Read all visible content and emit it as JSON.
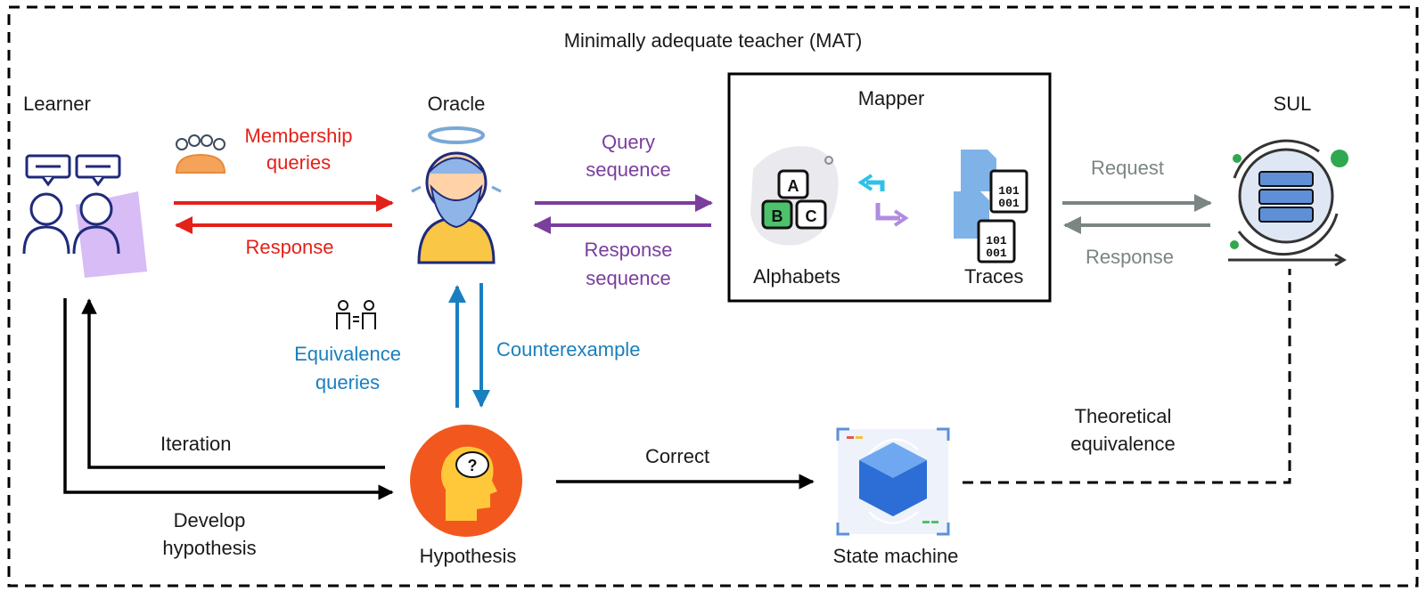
{
  "title": "Minimally adequate teacher (MAT)",
  "nodes": {
    "learner": "Learner",
    "oracle": "Oracle",
    "mapper": "Mapper",
    "sul": "SUL",
    "alphabets": "Alphabets",
    "traces": "Traces",
    "hypothesis": "Hypothesis",
    "state_machine": "State machine"
  },
  "edges": {
    "membership_queries": [
      "Membership",
      "queries"
    ],
    "response_red": "Response",
    "query_sequence": [
      "Query",
      "sequence"
    ],
    "response_sequence": [
      "Response",
      "sequence"
    ],
    "request": "Request",
    "response_gray": "Response",
    "equivalence_queries": [
      "Equivalence",
      "queries"
    ],
    "counterexample": "Counterexample",
    "iteration": "Iteration",
    "develop_hypothesis": [
      "Develop",
      "hypothesis"
    ],
    "correct": "Correct",
    "theoretical_equivalence": [
      "Theoretical",
      "equivalence"
    ]
  },
  "icons": {
    "alphabet_blocks": [
      "A",
      "B",
      "C"
    ],
    "trace_bits": [
      "101",
      "001"
    ]
  },
  "colors": {
    "membership": "#e32119",
    "query": "#7a3e9d",
    "equivalence": "#1a7fbf",
    "sul": "#7a8584",
    "flow": "#000000"
  }
}
